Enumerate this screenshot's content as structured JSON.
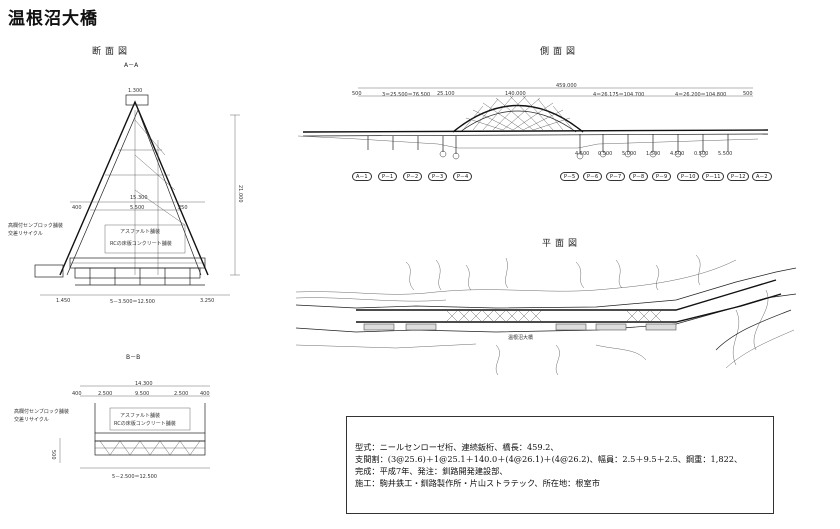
{
  "page": {
    "title": "温根沼大橋"
  },
  "cross_section": {
    "title": "断面図",
    "top_label": "A－A",
    "bottom_label": "B－B",
    "top_dims": {
      "d1": "1.300",
      "d2": "21.000",
      "d3": "15.300",
      "d4": "5.500",
      "d5": "400",
      "d6": "250",
      "d7": "1.450",
      "d8": "5－3.500＝12.500",
      "d9": "3.250",
      "n1": "アスファルト舗装",
      "n2": "RCの床版コンクリート舗装",
      "n3": "高欄付センブロック舗装",
      "n4": "交差リサイクル"
    },
    "bottom_dims": {
      "d1": "14.300",
      "d2": "2.500",
      "d3": "9.500",
      "d4": "2.500",
      "d5": "400",
      "d6": "400",
      "d7": "5－2.500＝12.500",
      "d8": "500",
      "n1": "アスファルト舗装",
      "n2": "RCの床版コンクリート舗装",
      "n3": "高欄付センブロック舗装",
      "n4": "交差リサイクル"
    }
  },
  "side_view": {
    "title": "側面図",
    "total": "459.000",
    "spans": [
      "3＝25.500＝76.500",
      "25.100",
      "140.000",
      "4＝26.175＝104.700",
      "4＝26.200＝104.800"
    ],
    "end_left": "500",
    "end_right": "500",
    "heights": [
      "4.500",
      "0.500",
      "5.000",
      "1.500",
      "4.500",
      "0.500",
      "5.500"
    ],
    "piers": [
      "A－1",
      "P－1",
      "P－2",
      "P－3",
      "P－4",
      "P－5",
      "P－6",
      "P－7",
      "P－8",
      "P－9",
      "P－10",
      "P－11",
      "P－12",
      "A－2"
    ]
  },
  "plan_view": {
    "title": "平面図",
    "bridge_label": "温根沼大橋"
  },
  "info": {
    "line1": "型式：ニールセンローゼ桁、連続鈑桁、橋長：459.2、",
    "line2": "支間割：(3@25.6)＋1@25.1＋140.0＋(4@26.1)＋(4@26.2)、幅員：2.5＋9.5＋2.5、鋼重：1,822、",
    "line3": "完成：平成7年、発注：釧路開発建設部、",
    "line4": "施工：駒井鉄工・釧路製作所・片山ストラテック、所在地：根室市"
  }
}
